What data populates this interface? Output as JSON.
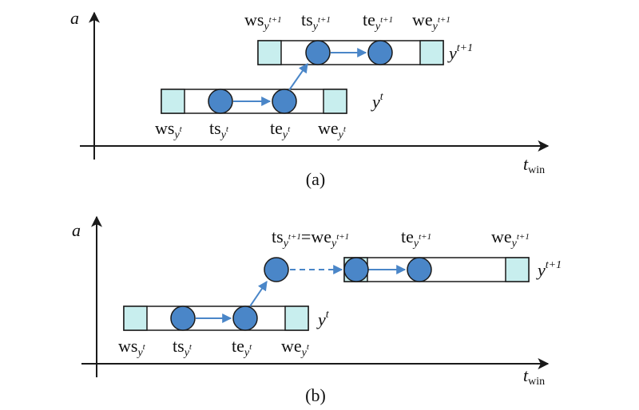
{
  "colors": {
    "line": "#1a1a1a",
    "node_fill": "#4a86c8",
    "node_stroke": "#1a1a1a",
    "arrow": "#4a86c8",
    "window_end_fill": "#c8eeee"
  },
  "panel_a": {
    "caption": "(a)",
    "y_axis": "a",
    "x_axis_main": "t",
    "x_axis_sub": "win",
    "row_t": {
      "name_main": "y",
      "name_sup": "t",
      "ws_main": "ws",
      "ws_sub": "y",
      "ws_sup": "t",
      "ts_main": "ts",
      "ts_sub": "y",
      "ts_sup": "t",
      "te_main": "te",
      "te_sub": "y",
      "te_sup": "t",
      "we_main": "we",
      "we_sub": "y",
      "we_sup": "t"
    },
    "row_t1": {
      "name_main": "y",
      "name_sup": "t+1",
      "ws_main": "ws",
      "ws_sub": "y",
      "ws_sup": "t+1",
      "ts_main": "ts",
      "ts_sub": "y",
      "ts_sup": "t+1",
      "te_main": "te",
      "te_sub": "y",
      "te_sup": "t+1",
      "we_main": "we",
      "we_sub": "y",
      "we_sup": "t+1"
    }
  },
  "panel_b": {
    "caption": "(b)",
    "y_axis": "a",
    "x_axis_main": "t",
    "x_axis_sub": "win",
    "row_t": {
      "name_main": "y",
      "name_sup": "t",
      "ws_main": "ws",
      "ws_sub": "y",
      "ws_sup": "t",
      "ts_main": "ts",
      "ts_sub": "y",
      "ts_sup": "t",
      "te_main": "te",
      "te_sub": "y",
      "te_sup": "t",
      "we_main": "we",
      "we_sub": "y",
      "we_sup": "t"
    },
    "row_t1": {
      "name_main": "y",
      "name_sup": "t+1",
      "tswe_ts_main": "ts",
      "tswe_ts_sub": "y",
      "tswe_ts_sup": "t+1",
      "tswe_eq": "=",
      "tswe_we_main": "we",
      "tswe_we_sub": "y",
      "tswe_we_sup": "t+1",
      "te_main": "te",
      "te_sub": "y",
      "te_sup": "t+1",
      "we_main": "we",
      "we_sub": "y",
      "we_sup": "t+1"
    }
  }
}
